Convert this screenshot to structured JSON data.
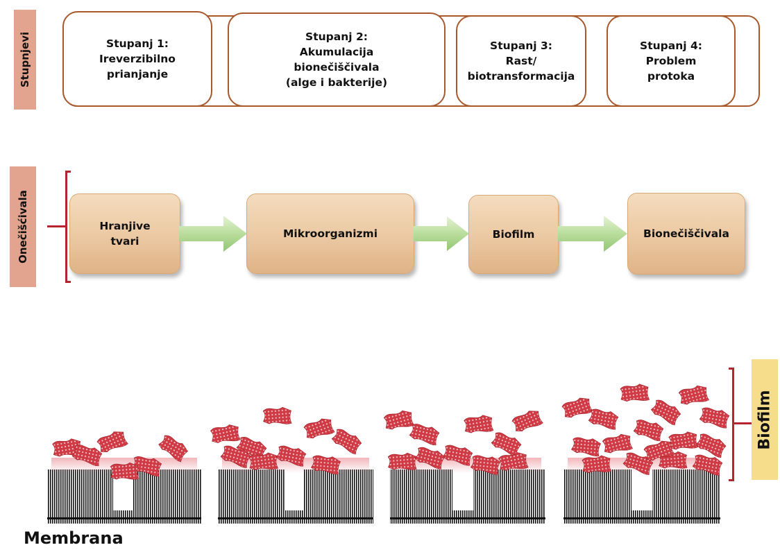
{
  "stages_row": {
    "side_label": "Stupnjevi",
    "stages": [
      {
        "label": "Stupanj 1:\nIreverzibilno\nprianjanje"
      },
      {
        "label": "Stupanj 2:\nAkumulacija\nbionečiščivala\n(alge i bakterije)"
      },
      {
        "label": "Stupanj 3:\nRast/\nbiotransformacija"
      },
      {
        "label": "Stupanj 4:\nProblem\nprotoka"
      }
    ]
  },
  "flow_row": {
    "side_label": "Onečišćivala",
    "boxes": [
      {
        "label": "Hranjive\ntvari"
      },
      {
        "label": "Mikroorganizmi"
      },
      {
        "label": "Biofilm"
      },
      {
        "label": "Bionečiščivala"
      }
    ]
  },
  "illustration": {
    "biofilm_label": "Biofilm",
    "membrane_label": "Membrana",
    "colors": {
      "foulant": "#cf3a44",
      "membrane": "#111111",
      "bracket": "#b5252d",
      "stage_border": "#a8572a"
    }
  }
}
